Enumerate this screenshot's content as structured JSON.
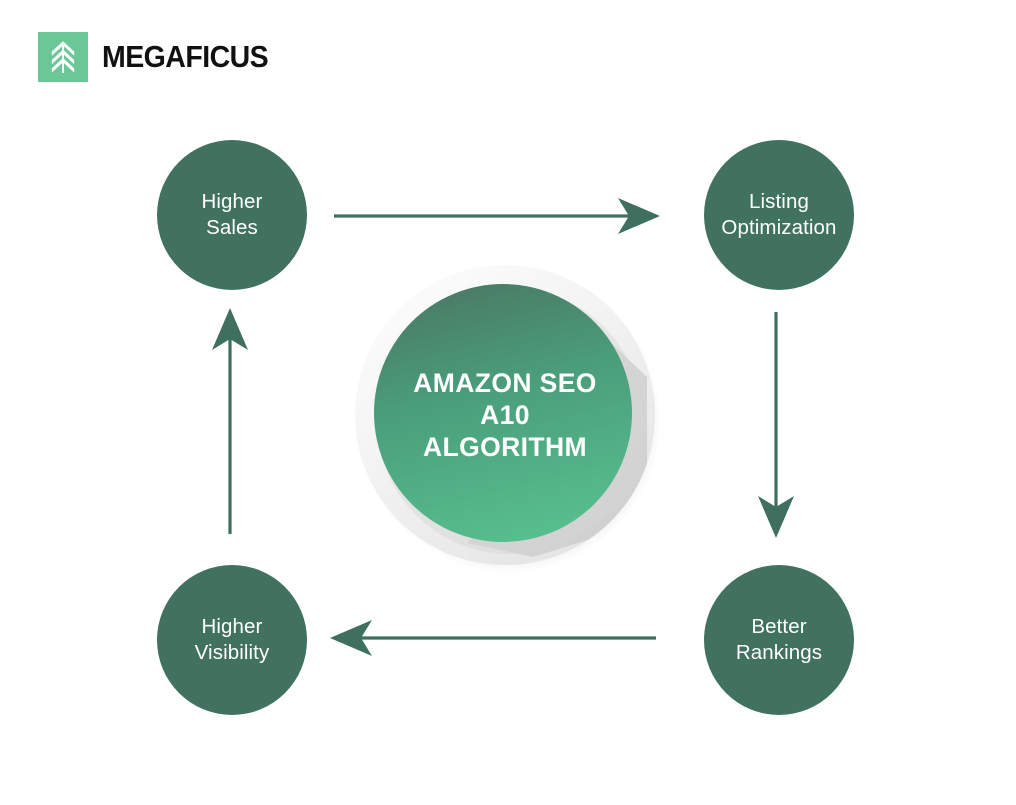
{
  "brand": {
    "name": "MEGAFICUS",
    "mark_icon": "tree-leaf-icon",
    "mark_color": "#6bc795",
    "text_color": "#111111"
  },
  "theme": {
    "background": "#ffffff",
    "node_fill": "#41725f",
    "node_text": "#ffffff",
    "arrow_color": "#3f6f5f",
    "center_gradient_top": "#467963",
    "center_gradient_bottom": "#55bc8c",
    "center_ring": "#f1f1f1",
    "center_ring_shadow": "#c9c9c9"
  },
  "center": {
    "line1": "AMAZON SEO",
    "line2": "A10",
    "line3": "ALGORITHM"
  },
  "nodes": [
    {
      "id": "higher-sales",
      "line1": "Higher",
      "line2": "Sales"
    },
    {
      "id": "listing-optimization",
      "line1": "Listing",
      "line2": "Optimization"
    },
    {
      "id": "better-rankings",
      "line1": "Better",
      "line2": "Rankings"
    },
    {
      "id": "higher-visibility",
      "line1": "Higher",
      "line2": "Visibility"
    }
  ],
  "arrows": [
    {
      "id": "higher-sales-to-listing-optimization",
      "direction": "right",
      "icon": "arrow-right-icon"
    },
    {
      "id": "listing-optimization-to-better-rankings",
      "direction": "down",
      "icon": "arrow-down-icon"
    },
    {
      "id": "better-rankings-to-higher-visibility",
      "direction": "left",
      "icon": "arrow-left-icon"
    },
    {
      "id": "higher-visibility-to-higher-sales",
      "direction": "up",
      "icon": "arrow-up-icon"
    }
  ]
}
